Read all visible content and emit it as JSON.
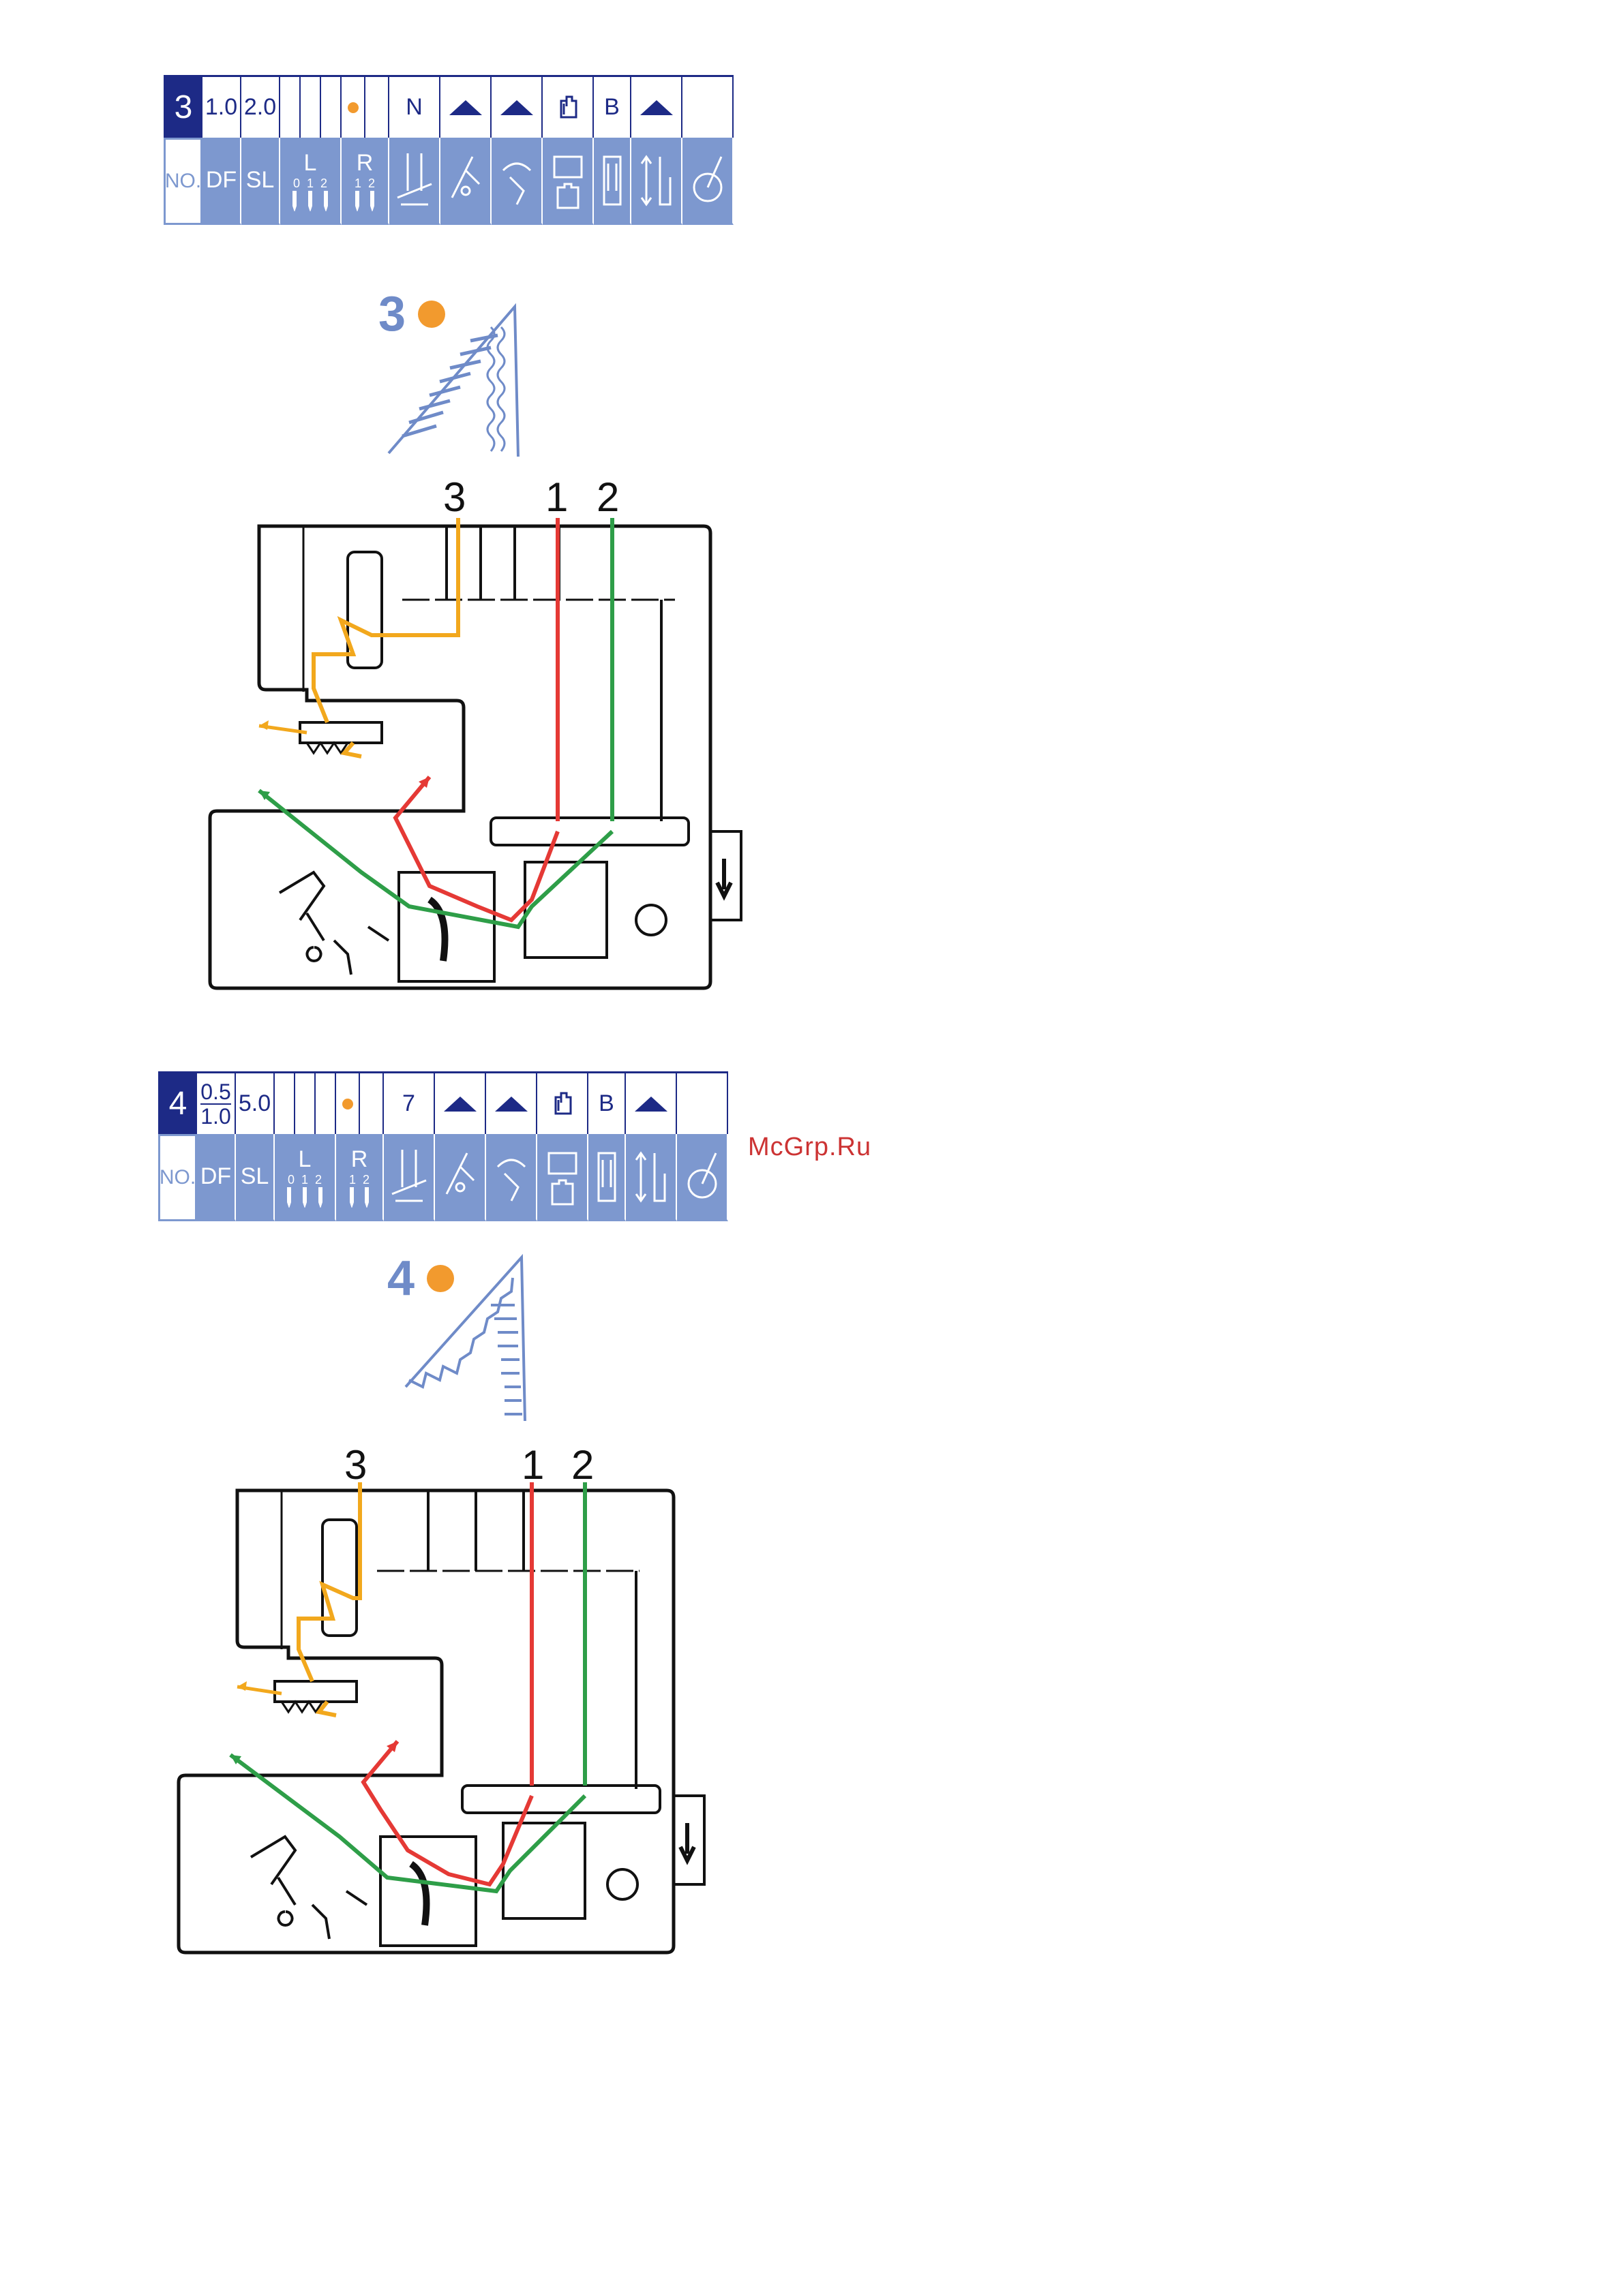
{
  "settings_tables": [
    {
      "id": "stitch-3",
      "values": [
        "3",
        "1.0",
        "2.0",
        "",
        "",
        "dot",
        "N",
        "up",
        "up",
        "presser",
        "B",
        "up",
        ""
      ],
      "labels": [
        "NO.",
        "DF",
        "SL",
        "L",
        "R"
      ],
      "needle_labels": {
        "L": [
          "0",
          "1",
          "2"
        ],
        "R": [
          "1",
          "2"
        ]
      }
    },
    {
      "id": "stitch-4",
      "values": [
        "4",
        "0.5/1.0",
        "5.0",
        "",
        "",
        "dot",
        "7",
        "up",
        "up",
        "presser",
        "B",
        "up",
        ""
      ],
      "labels": [
        "NO.",
        "DF",
        "SL",
        "L",
        "R"
      ],
      "needle_labels": {
        "L": [
          "0",
          "1",
          "2"
        ],
        "R": [
          "1",
          "2"
        ]
      }
    }
  ],
  "stitch_badges": [
    {
      "number": "3",
      "color": "#f29a2e"
    },
    {
      "number": "4",
      "color": "#f29a2e"
    }
  ],
  "thread_diagrams": [
    {
      "labels": [
        "3",
        "1",
        "2"
      ]
    },
    {
      "labels": [
        "3",
        "1",
        "2"
      ]
    }
  ],
  "thread_colors": {
    "thread_1": "#e53935",
    "thread_2": "#2e9e48",
    "thread_3": "#f2a81d"
  },
  "watermark": "McGrp.Ru"
}
